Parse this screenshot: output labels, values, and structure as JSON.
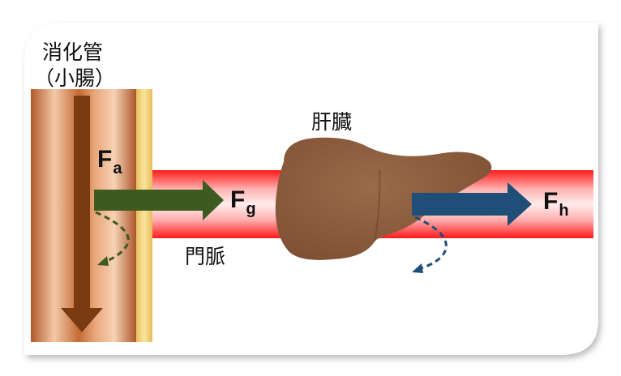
{
  "labels": {
    "gut_line1": "消化管",
    "gut_line2": "（小腸）",
    "liver": "肝臓",
    "portal_vein": "門脈"
  },
  "fluxes": {
    "fa": {
      "main": "F",
      "sub": "a"
    },
    "fg": {
      "main": "F",
      "sub": "g"
    },
    "fh": {
      "main": "F",
      "sub": "h"
    }
  },
  "colors": {
    "gut_dark": "#a0522d",
    "gut_light": "#f4c9a6",
    "gut_wall": "#f3d98a",
    "vein_red": "#ff2020",
    "vein_light": "#ffe8e8",
    "down_arrow": "#7a3a12",
    "green_arrow": "#3d5a20",
    "blue_arrow": "#1f4e79",
    "liver": "#8b5a3c"
  }
}
